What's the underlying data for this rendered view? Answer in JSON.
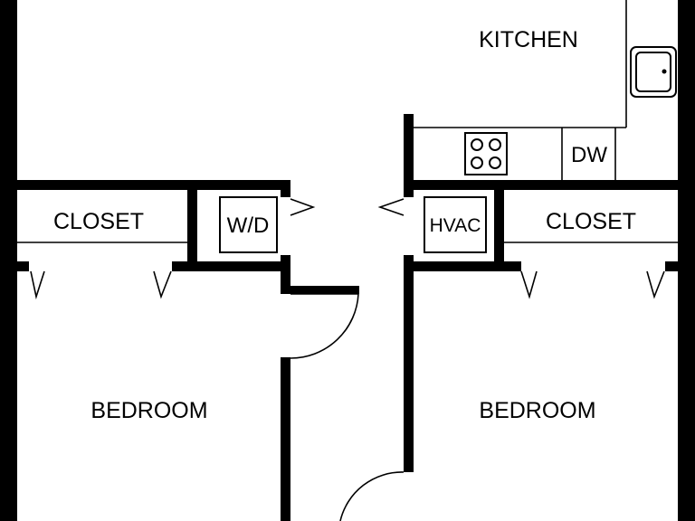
{
  "rooms": {
    "kitchen": "KITCHEN",
    "closet_left": "CLOSET",
    "closet_right": "CLOSET",
    "bedroom_left": "BEDROOM",
    "bedroom_right": "BEDROOM"
  },
  "fixtures": {
    "washer_dryer": "W/D",
    "hvac": "HVAC",
    "dishwasher": "DW",
    "cooktop": "cooktop-icon",
    "sink": "sink-icon"
  },
  "colors": {
    "wall": "#000000",
    "background": "#ffffff"
  }
}
